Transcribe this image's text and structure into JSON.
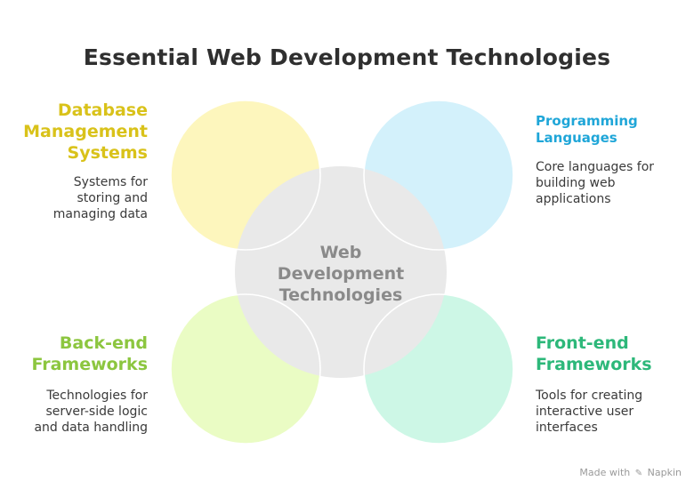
{
  "title": "Essential Web Development Technologies",
  "center": {
    "lines": [
      "Web",
      "Development",
      "Technologies"
    ]
  },
  "items": {
    "database": {
      "heading": [
        "Database",
        "Management",
        "Systems"
      ],
      "desc": [
        "Systems for",
        "storing and",
        "managing data"
      ],
      "color": "#d9c21a",
      "fill": "#fdf6bd"
    },
    "programming": {
      "heading": [
        "Programming",
        "Languages"
      ],
      "desc": [
        "Core languages for",
        "building web",
        "applications"
      ],
      "color": "#1fa6d8",
      "fill": "#d3f1fb"
    },
    "backend": {
      "heading": [
        "Back-end",
        "Frameworks"
      ],
      "desc": [
        "Technologies for",
        "server-side logic",
        "and data handling"
      ],
      "color": "#8cc63f",
      "fill": "#eafcc4"
    },
    "frontend": {
      "heading": [
        "Front-end",
        "Frameworks"
      ],
      "desc": [
        "Tools for creating",
        "interactive user",
        "interfaces"
      ],
      "color": "#2db87a",
      "fill": "#cdf7e6"
    }
  },
  "center_fill": "#e9e9e9",
  "footer": {
    "prefix": "Made with",
    "brand": "Napkin"
  }
}
